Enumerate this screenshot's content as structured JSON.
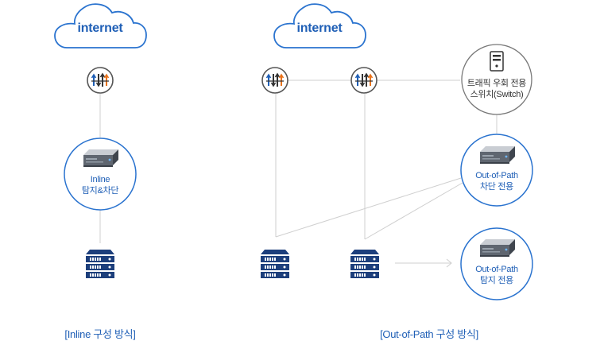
{
  "inline_section": {
    "cloud_label": "internet",
    "appliance_label_line1": "Inline",
    "appliance_label_line2": "탐지&차단",
    "caption": "[Inline 구성 방식]"
  },
  "oop_section": {
    "cloud_label": "internet",
    "switch_label_line1": "트래픽 우회 전용",
    "switch_label_line2": "스위치(Switch)",
    "block_label_line1": "Out-of-Path",
    "block_label_line2": "차단 전용",
    "detect_label_line1": "Out-of-Path",
    "detect_label_line2": "탐지 전용",
    "caption": "[Out-of-Path 구성 방식]"
  },
  "icons": {
    "cloud": "cloud-icon",
    "router": "router-icon",
    "appliance": "security-appliance-icon",
    "server": "server-icon",
    "switch": "tower-switch-icon"
  },
  "colors": {
    "accent_blue": "#1f5fb6",
    "circle_border": "#2a73cf",
    "server_navy": "#1d3f7c",
    "router_orange": "#e8731c",
    "line_gray": "#cfcfcf"
  }
}
